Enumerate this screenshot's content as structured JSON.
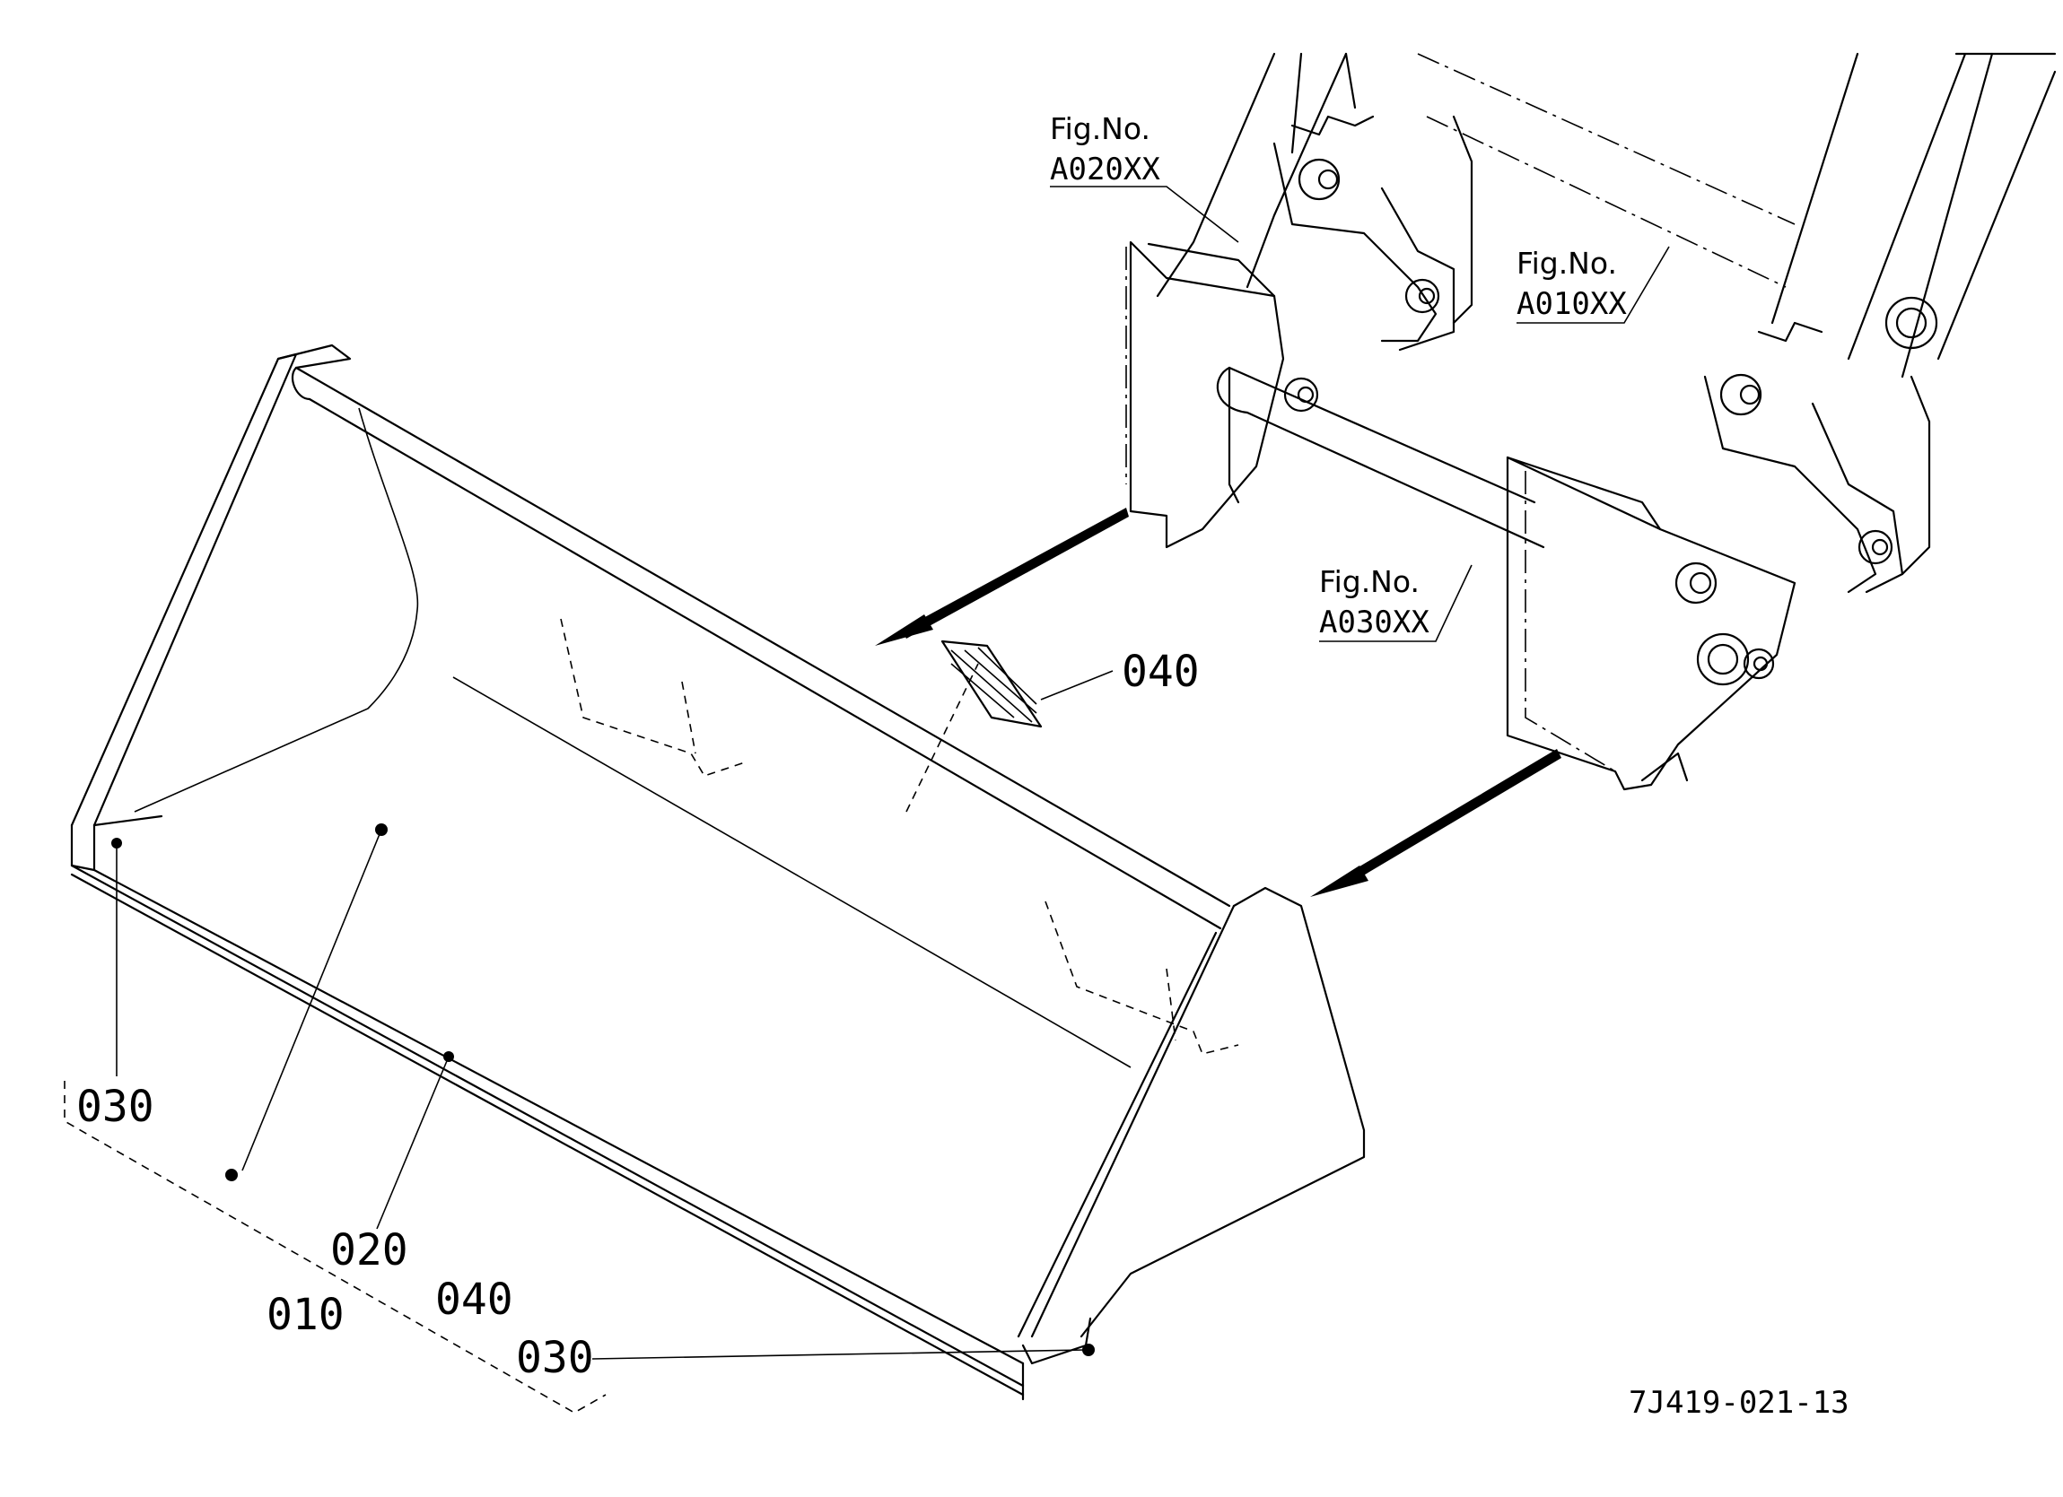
{
  "parts": {
    "p030_left": "030",
    "p030_bottom": "030",
    "p040_top": "040",
    "p040_bottom": "040",
    "p020": "020",
    "p010": "010"
  },
  "figure_refs": {
    "a020": {
      "prefix": "Fig.No.",
      "code": "A020XX"
    },
    "a010": {
      "prefix": "Fig.No.",
      "code": "A010XX"
    },
    "a030": {
      "prefix": "Fig.No.",
      "code": "A030XX"
    }
  },
  "drawing_code": "7J419-021-13"
}
